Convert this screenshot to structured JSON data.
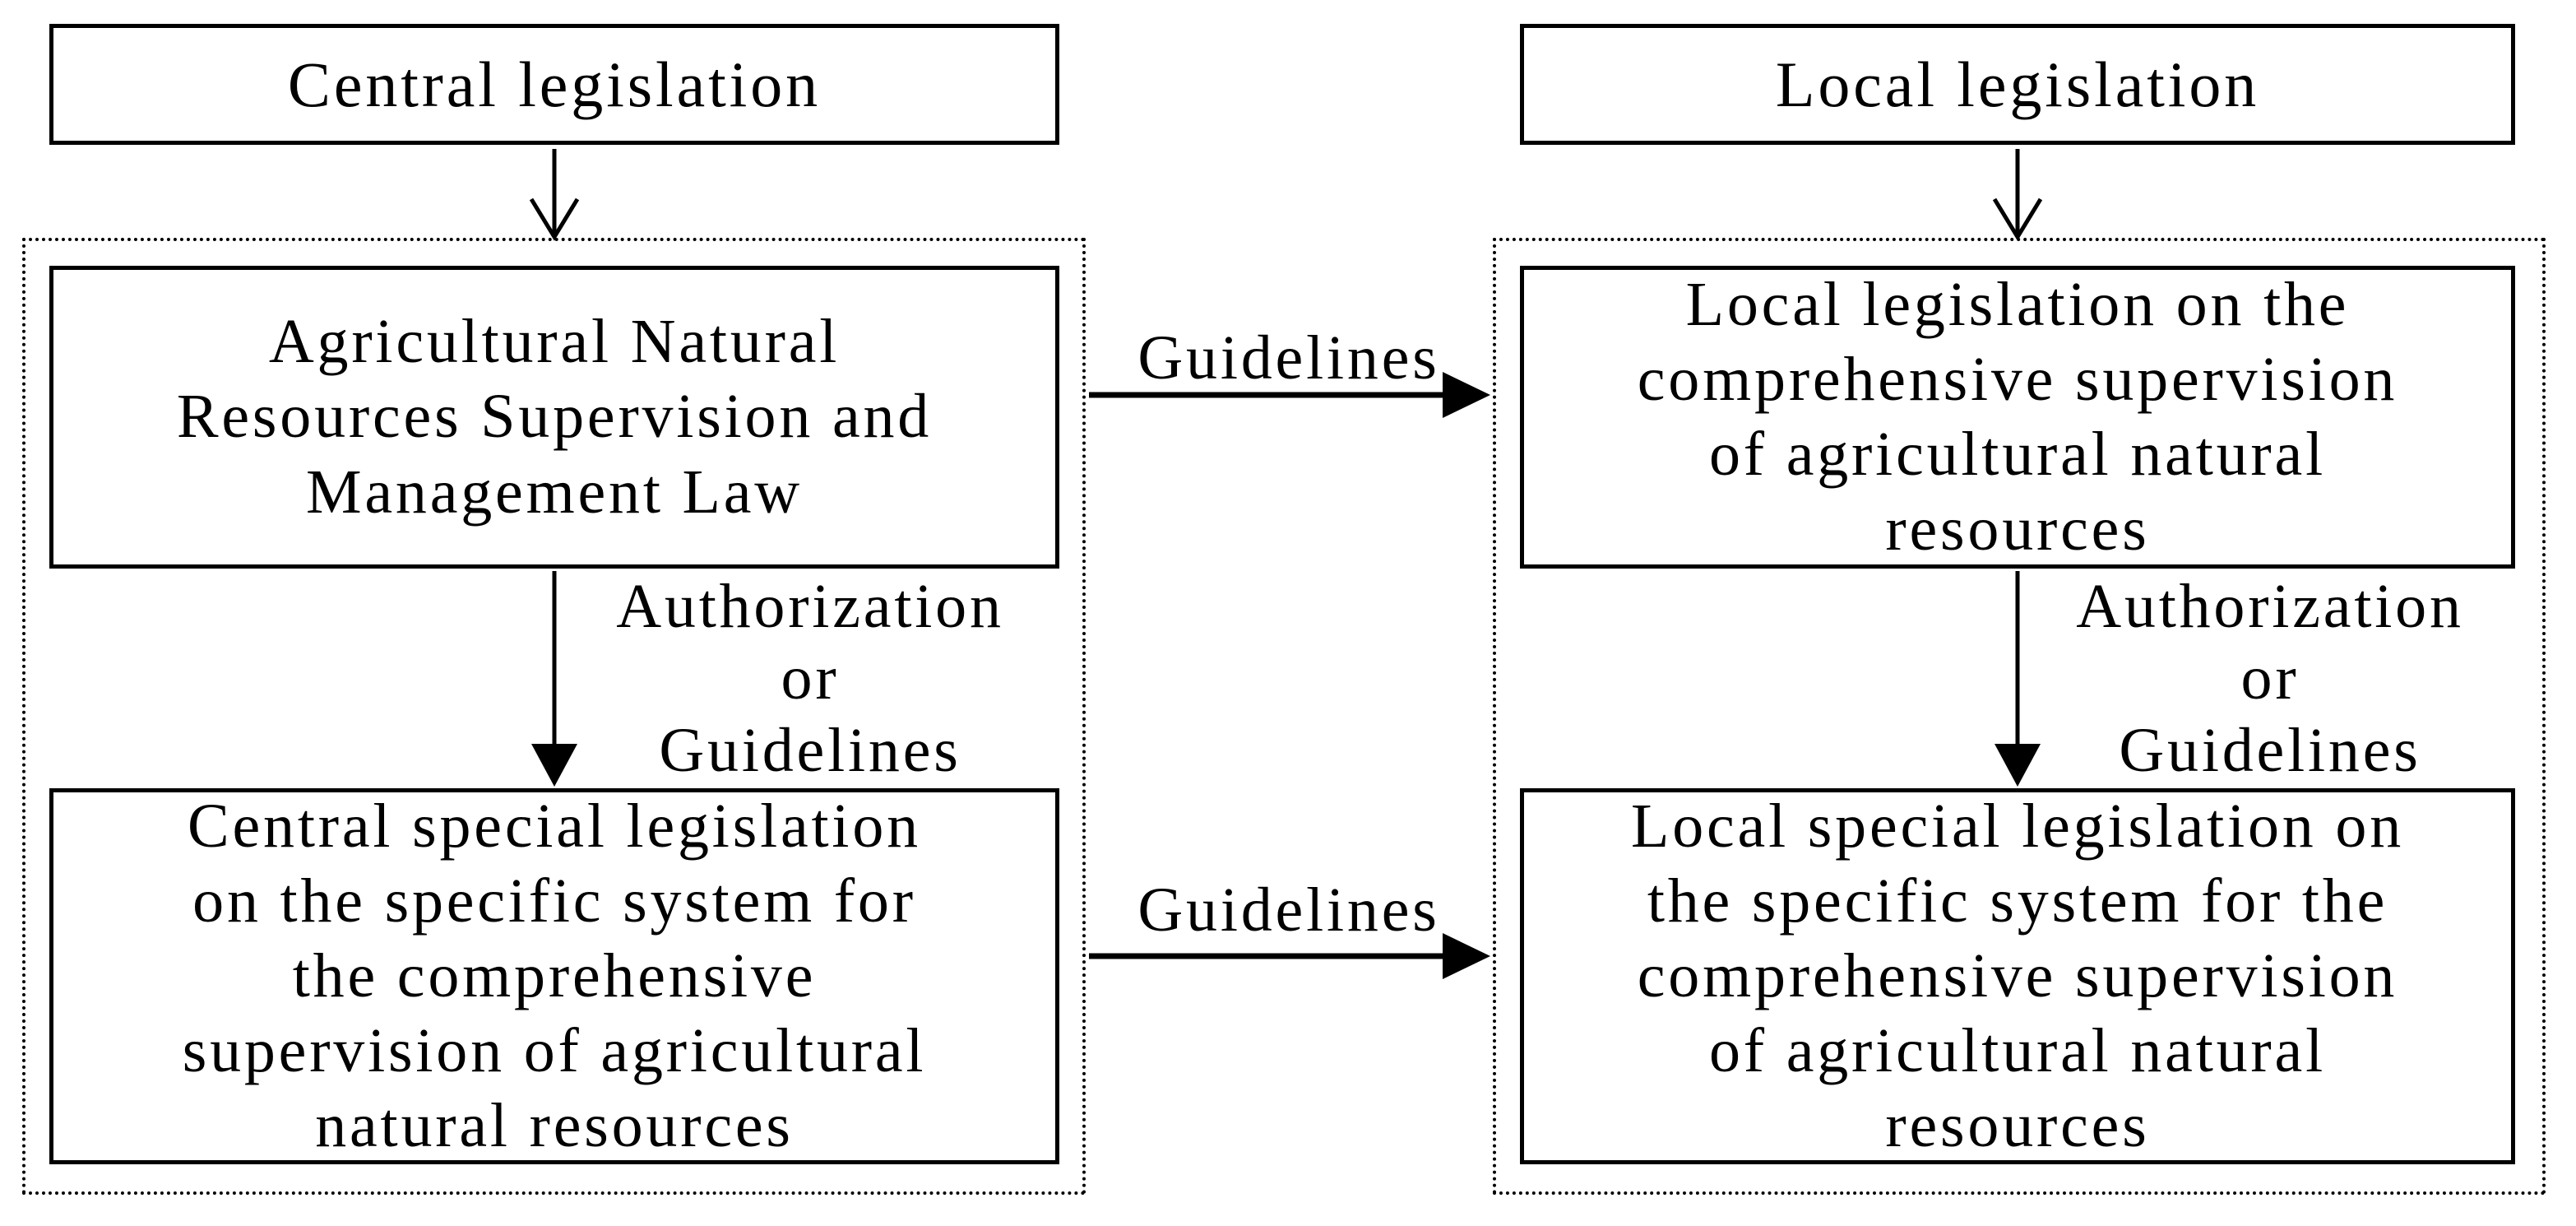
{
  "figure": {
    "colors": {
      "ink": "#000000",
      "background": "#ffffff"
    },
    "nodes": {
      "central_legislation": "Central legislation",
      "local_legislation": "Local legislation",
      "agri_law": "Agricultural Natural\nResources Supervision and\nManagement Law",
      "local_comprehensive": "Local legislation on the\ncomprehensive supervision\nof agricultural natural\nresources",
      "central_special": "Central special legislation\non the specific system for\nthe comprehensive\nsupervision of agricultural\nnatural resources",
      "local_special": "Local special legislation on\nthe specific system for the\ncomprehensive supervision\nof agricultural natural\nresources"
    },
    "edge_labels": {
      "guidelines_top": "Guidelines",
      "guidelines_bottom": "Guidelines",
      "authorization_left": "Authorization\nor\nGuidelines",
      "authorization_right": "Authorization\nor\nGuidelines"
    }
  }
}
